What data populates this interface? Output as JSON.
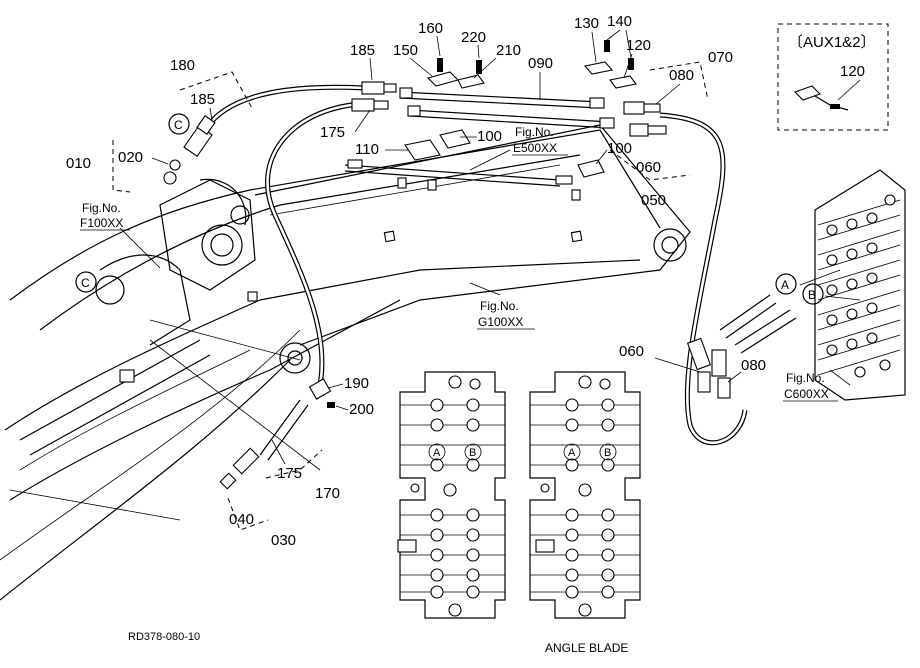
{
  "labels": {
    "l180": "180",
    "l185a": "185",
    "l150": "150",
    "l160": "160",
    "l220": "220",
    "l210": "210",
    "l090": "090",
    "l130": "130",
    "l140": "140",
    "l120": "120",
    "l070": "070",
    "l080a": "080",
    "l185b": "185",
    "l175a": "175",
    "l100a": "100",
    "l110": "110",
    "l100b": "100",
    "l060a": "060",
    "l050": "050",
    "l010": "010",
    "l020": "020",
    "l190": "190",
    "l200": "200",
    "l175b": "175",
    "l170": "170",
    "l040": "040",
    "l030": "030",
    "l060b": "060",
    "l080b": "080",
    "l120aux": "120"
  },
  "callouts": {
    "c1": "C",
    "c2": "C",
    "a1": "A",
    "b1": "B",
    "a2": "A",
    "b2": "B",
    "a3": "A",
    "b3": "B"
  },
  "figrefs": {
    "f100_line1": "Fig.No.",
    "f100_line2": "F100XX",
    "e500_line1": "Fig.No.",
    "e500_line2": "E500XX",
    "g100_line1": "Fig.No.",
    "g100_line2": "G100XX",
    "c600_line1": "Fig.No.",
    "c600_line2": "C600XX"
  },
  "aux_box": {
    "title": "〔AUX1&2〕"
  },
  "footer": {
    "drawing_id": "RD378-080-10",
    "angle_blade": "ANGLE BLADE"
  }
}
